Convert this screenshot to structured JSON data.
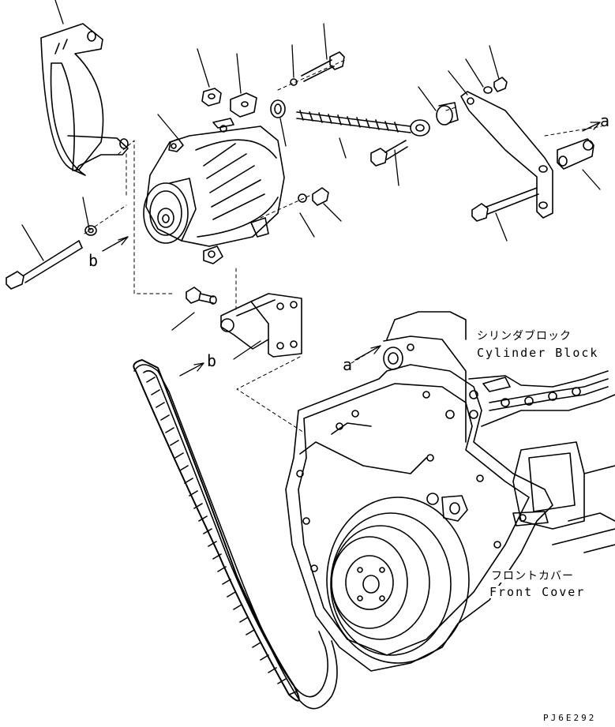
{
  "labels": {
    "cylinder_block_jp": "シリンダブロック",
    "cylinder_block_en": "Cylinder Block",
    "front_cover_jp": "フロントカバー",
    "front_cover_en": "Front Cover"
  },
  "reference_marks": [
    "a",
    "b"
  ],
  "drawing_code": "PJ6E292",
  "colors": {
    "line": "#000000",
    "paper": "#ffffff"
  }
}
